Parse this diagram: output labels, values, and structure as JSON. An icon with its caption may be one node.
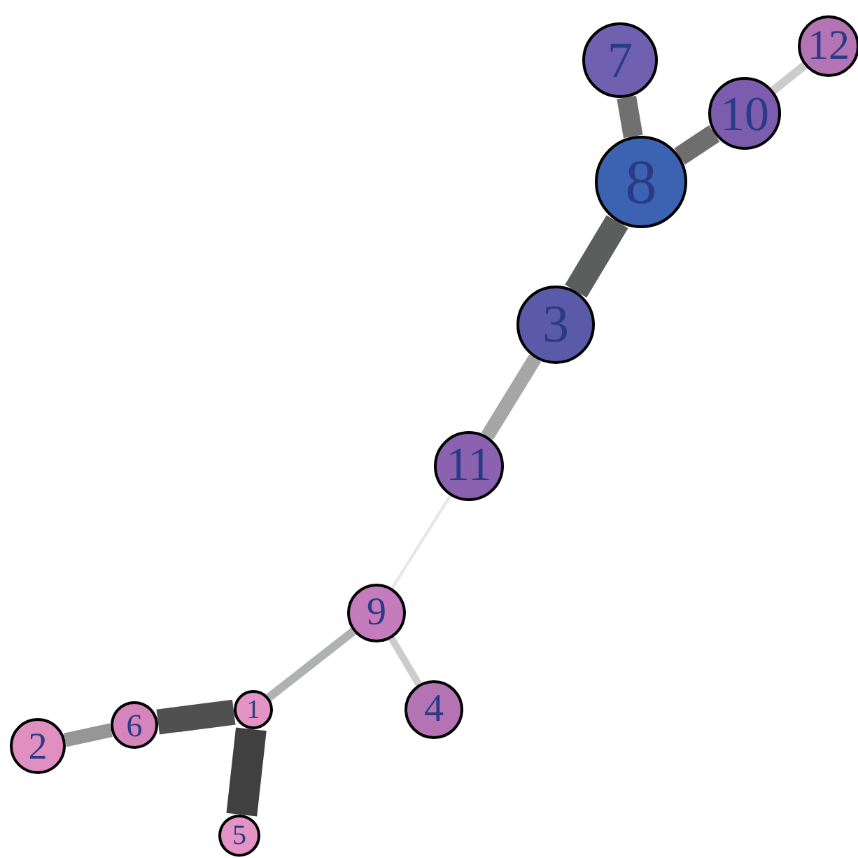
{
  "diagram": {
    "nodes": [
      {
        "text": [
          "1"
        ]
      },
      {
        "text": [
          "2"
        ]
      },
      {
        "text": [
          "3"
        ]
      },
      {
        "text": [
          "4"
        ]
      },
      {
        "text": [
          "5"
        ]
      },
      {
        "text": [
          "6"
        ]
      },
      {
        "text": [
          "7"
        ]
      },
      {
        "text": [
          "8"
        ]
      },
      {
        "text": [
          "9"
        ]
      },
      {
        "text": [
          "10"
        ]
      },
      {
        "text": [
          "11"
        ]
      },
      {
        "text": [
          "12"
        ]
      }
    ],
    "edges": [
      {
        "from": 6,
        "to": 7,
        "arrow": "none",
        "color": "#707070"
      },
      {
        "from": 9,
        "to": 7,
        "arrow": "none",
        "color": "#6e6e6e"
      },
      {
        "from": 11,
        "to": 9,
        "arrow": "none",
        "color": "#cccccc"
      },
      {
        "from": 7,
        "to": 2,
        "arrow": "none",
        "style": "thick",
        "color": "#5c5e5e"
      },
      {
        "from": 2,
        "to": 10,
        "arrow": "none",
        "color": "#a6a6a6"
      },
      {
        "from": 10,
        "to": 8,
        "arrow": "none",
        "color": "#e6e6e6"
      },
      {
        "from": 8,
        "to": 0,
        "arrow": "none",
        "color": "#b0b2b2"
      },
      {
        "from": 8,
        "to": 3,
        "arrow": "none",
        "color": "#cccccc"
      },
      {
        "from": 0,
        "to": 5,
        "arrow": "none",
        "style": "thick",
        "color": "#505050"
      },
      {
        "from": 5,
        "to": 1,
        "arrow": "none",
        "color": "#969696"
      },
      {
        "from": 0,
        "to": 4,
        "arrow": "none",
        "style": "thick",
        "color": "#404040"
      }
    ]
  }
}
